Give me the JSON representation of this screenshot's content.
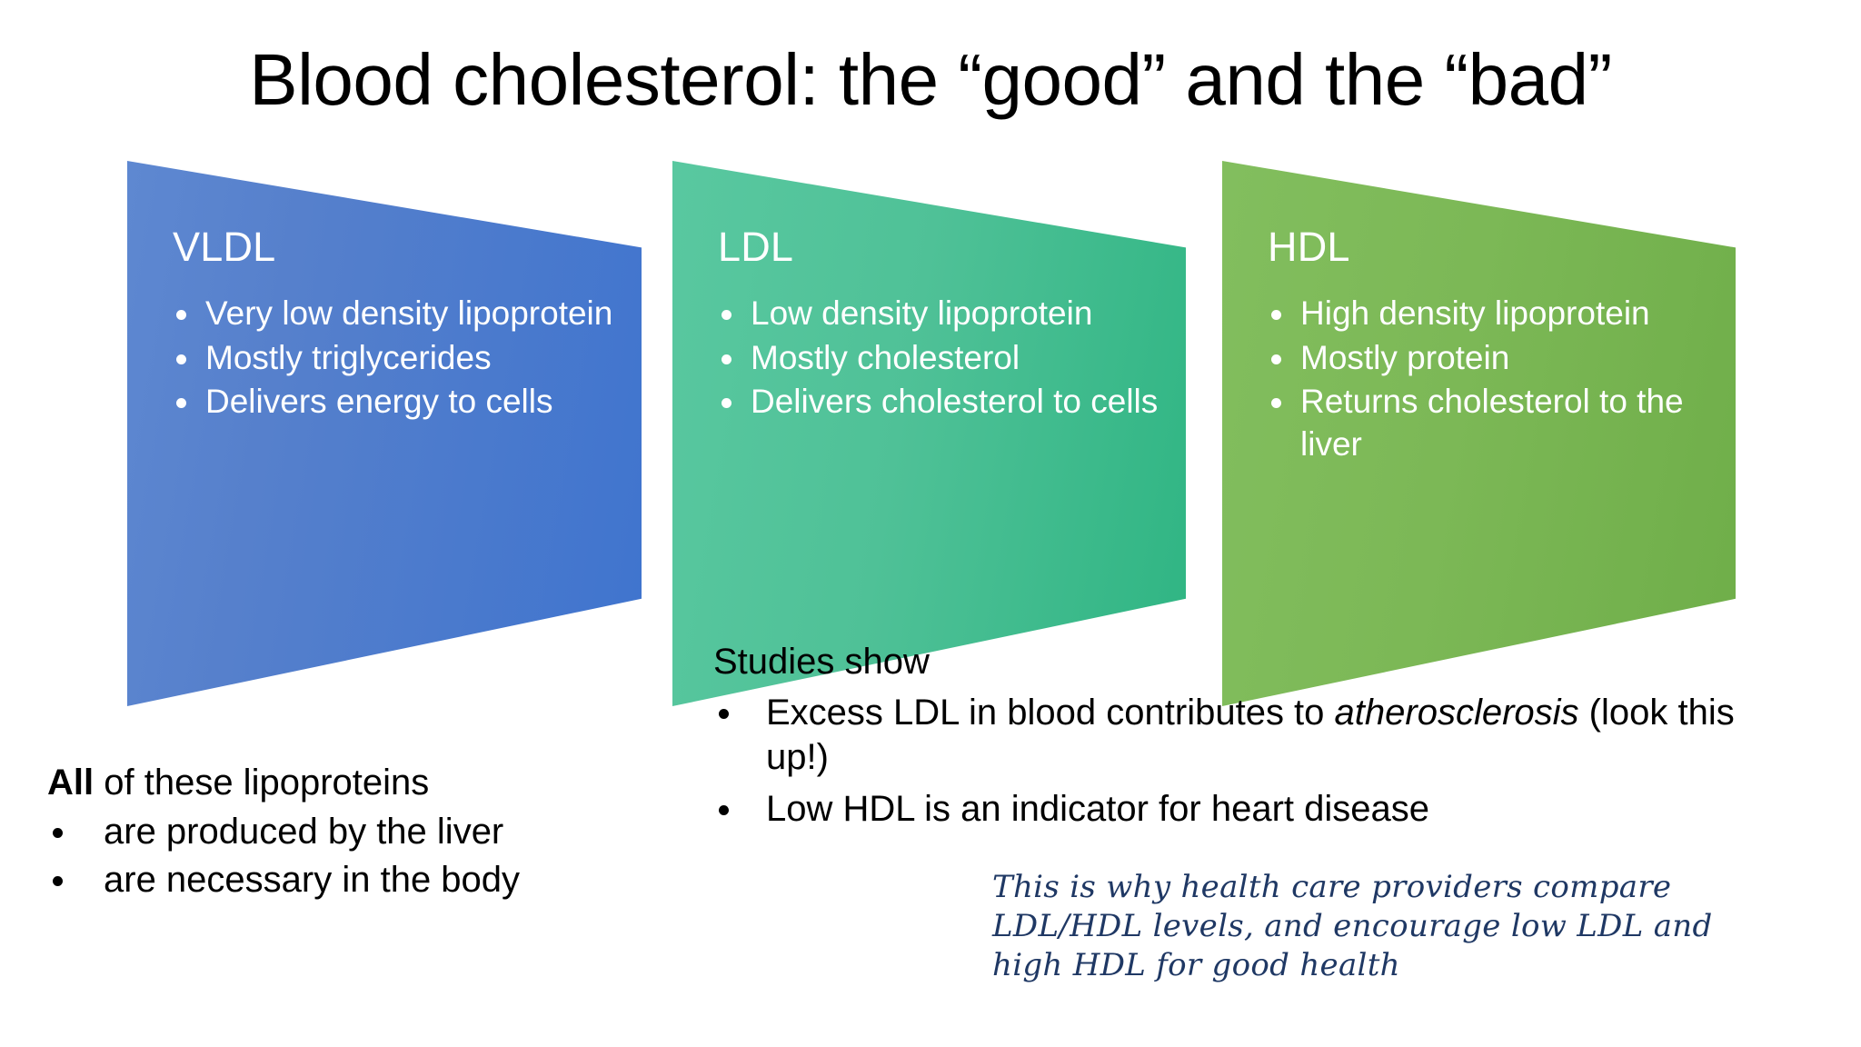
{
  "slide": {
    "title": "Blood cholesterol: the “good” and the “bad”",
    "background_color": "#FFFFFF"
  },
  "cards": [
    {
      "id": "vldl",
      "heading": "VLDL",
      "accent_color": "#4A7BCE",
      "text_color": "#FFFFFF",
      "bullets": [
        "Very low density lipoprotein",
        "Mostly triglycerides",
        "Delivers energy to cells"
      ]
    },
    {
      "id": "ldl",
      "heading": "LDL",
      "accent_color": "#45BE93",
      "text_color": "#FFFFFF",
      "bullets": [
        "Low density lipoprotein",
        "Mostly cholesterol",
        "Delivers cholesterol to cells"
      ]
    },
    {
      "id": "hdl",
      "heading": "HDL",
      "accent_color": "#7CB856",
      "text_color": "#FFFFFF",
      "bullets": [
        "High density lipoprotein",
        "Mostly protein",
        "Returns cholesterol to the liver"
      ]
    }
  ],
  "left_note": {
    "lead_bold": "All",
    "lead_rest": " of these lipoproteins",
    "bullets": [
      "are produced by the liver",
      "are necessary in the body"
    ]
  },
  "studies": {
    "lead": "Studies show",
    "bullets": [
      {
        "before": "Excess LDL in blood contributes to ",
        "italic": "atherosclerosis",
        "after": " (look this up!)"
      },
      {
        "before": "Low HDL is an indicator for heart disease",
        "italic": "",
        "after": ""
      }
    ]
  },
  "hand_note": {
    "color": "#1F3864",
    "line1": "This is why health care providers compare",
    "line2": "LDL/HDL levels, and encourage low LDL and",
    "line3": "high HDL for good health"
  }
}
